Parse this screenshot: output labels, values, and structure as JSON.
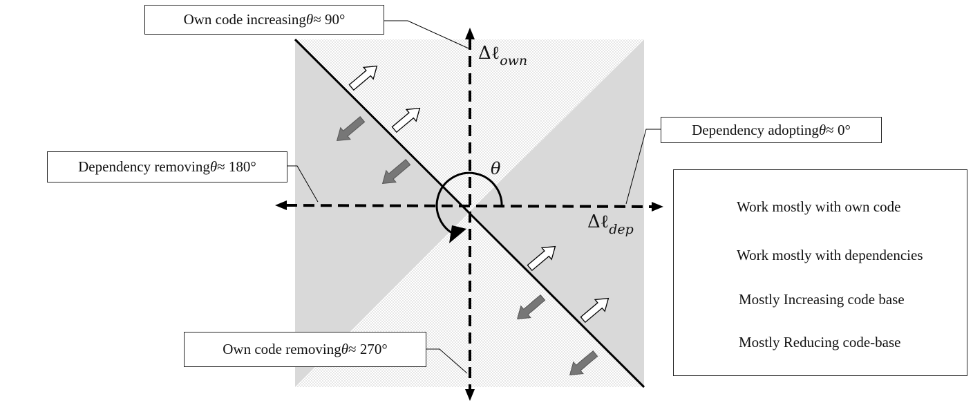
{
  "callouts": {
    "own_increasing": {
      "text": "Own code increasing ",
      "theta": "θ",
      "approx": " ≈ 90°"
    },
    "dep_adopting": {
      "text": "Dependency adopting ",
      "theta": "θ",
      "approx": " ≈ 0°"
    },
    "dep_removing": {
      "text": "Dependency removing ",
      "theta": "θ",
      "approx": " ≈ 180°"
    },
    "own_removing": {
      "text": "Own code removing ",
      "theta": "θ",
      "approx": " ≈ 270°"
    }
  },
  "axes": {
    "own": {
      "symbol": "Δℓ",
      "subscript": "own"
    },
    "dep": {
      "symbol": "Δℓ",
      "subscript": "dep"
    }
  },
  "angle_label": "θ",
  "legend": {
    "items": [
      {
        "label": "Work mostly with own code",
        "swatch": "dotted-region"
      },
      {
        "label": "Work mostly with dependencies",
        "swatch": "gray-region"
      },
      {
        "label": "Mostly Increasing code base",
        "swatch": "white-arrow-icon"
      },
      {
        "label": "Mostly Reducing code-base",
        "swatch": "gray-arrow-icon"
      }
    ]
  },
  "colors": {
    "dependency_region": "#d9d9d9",
    "own_region_dots": "#8a8a8a",
    "reducing_arrow": "#777777",
    "increasing_arrow": "#ffffff",
    "lines": "#000000"
  }
}
